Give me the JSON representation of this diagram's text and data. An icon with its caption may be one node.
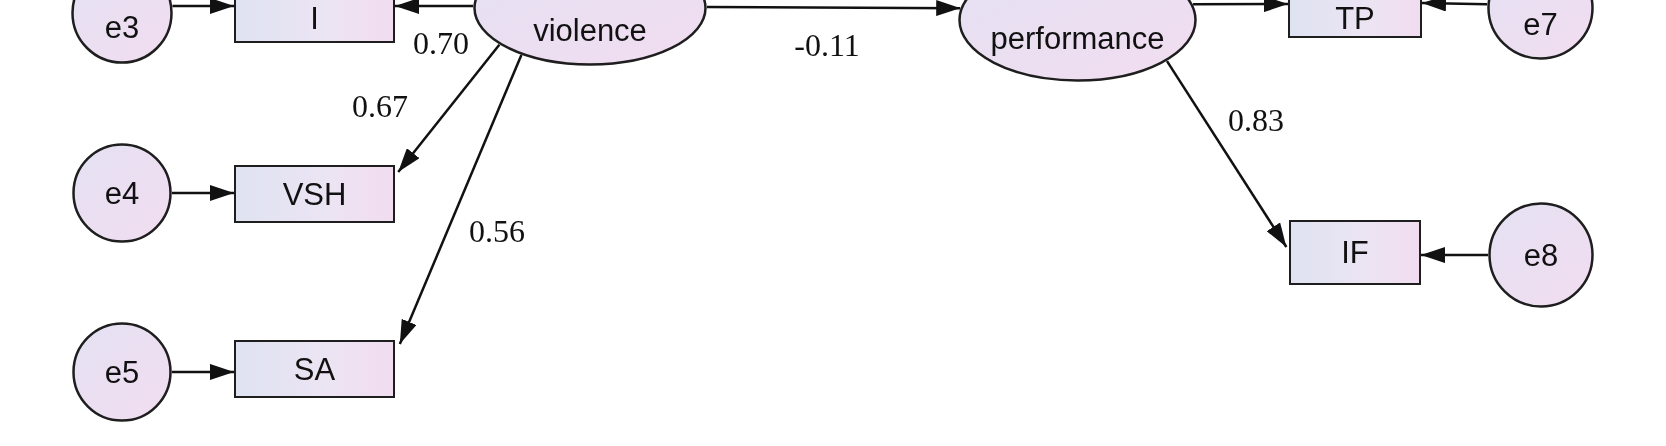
{
  "diagram": {
    "nodes": [
      {
        "text": [
          "e3"
        ]
      },
      {
        "text": [
          "I"
        ]
      },
      {
        "text": [
          "violence"
        ]
      },
      {
        "text": [
          "performance"
        ]
      },
      {
        "text": [
          "TP"
        ]
      },
      {
        "text": [
          "e7"
        ]
      },
      {
        "text": [
          "e4"
        ]
      },
      {
        "text": [
          "VSH"
        ]
      },
      {
        "text": [
          "IF"
        ]
      },
      {
        "text": [
          "e8"
        ]
      },
      {
        "text": [
          "e5"
        ]
      },
      {
        "text": [
          "SA"
        ]
      }
    ],
    "edges": [
      {
        "from": 0,
        "to": 1,
        "arrow": "to"
      },
      {
        "from": 2,
        "to": 1,
        "arrow": "to",
        "label": "0.70"
      },
      {
        "from": 2,
        "to": 7,
        "arrow": "to",
        "label": "0.67"
      },
      {
        "from": 2,
        "to": 11,
        "arrow": "to",
        "label": "0.56"
      },
      {
        "from": 6,
        "to": 7,
        "arrow": "to"
      },
      {
        "from": 10,
        "to": 11,
        "arrow": "to"
      },
      {
        "from": 2,
        "to": 3,
        "arrow": "to",
        "label": "-0.11"
      },
      {
        "from": 3,
        "to": 4,
        "arrow": "to"
      },
      {
        "from": 5,
        "to": 4,
        "arrow": "to"
      },
      {
        "from": 3,
        "to": 8,
        "arrow": "to",
        "label": "0.83"
      },
      {
        "from": 9,
        "to": 8,
        "arrow": "to"
      }
    ]
  }
}
